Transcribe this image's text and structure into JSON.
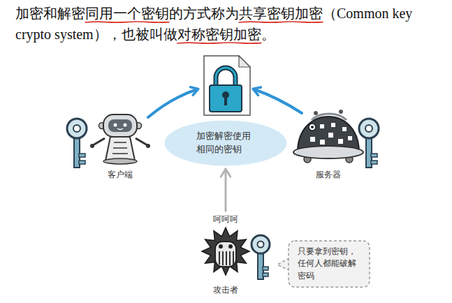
{
  "diagram": {
    "title": "加密和解密同用一个密钥的方式称为共享密钥加密（Common key crypto system），也被叫做对称密钥加密。",
    "nodes": [
      {
        "text": [
          "加密解密使用 相同的密钥"
        ]
      },
      {
        "text": [
          "呵呵呵",
          "攻击者"
        ]
      },
      {
        "text": [
          "只要拿到密钥， 任何人都能破解 密码"
        ]
      }
    ],
    "edges": [
      {
        "from": 1,
        "to": 0,
        "arrow": "to"
      }
    ],
    "labels": [
      "客户端",
      "服务器"
    ]
  }
}
